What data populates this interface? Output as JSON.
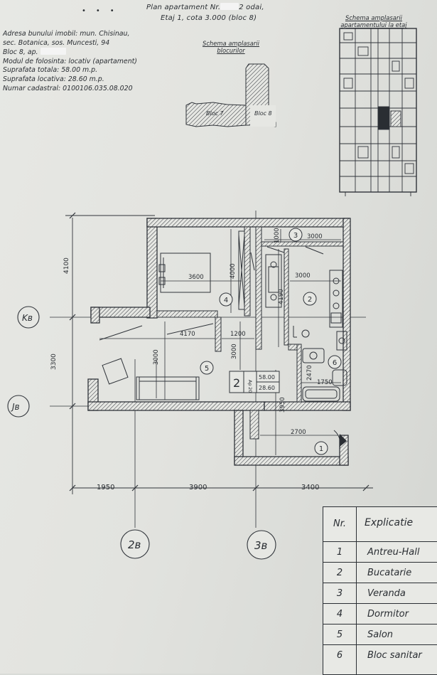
{
  "header": {
    "title_prefix": "Plan apartament  Nr.",
    "title_suffix": "2 odai,",
    "subtitle": "Etaj 1, cota 3.000 (bloc 8)"
  },
  "info_lines": [
    "Adresa bunului imobil: mun. Chisinau,",
    "sec. Botanica, sos. Muncesti, 94",
    "Bloc 8, ap.",
    "Modul de folosinta: locativ (apartament)",
    "Suprafata totala: 58.00 m.p.",
    "Suprafata locativa: 28.60 m.p.",
    "Numar cadastral: 0100106.035.08.020"
  ],
  "block_schema": {
    "title_line1": "Schema amplasarii",
    "title_line2": "blocurilor",
    "bloc7_label": "Bloc 7",
    "bloc8_label": "Bloc 8"
  },
  "apartment_schema": {
    "title_line1": "Schema amplasarii",
    "title_line2": "apartamentului la etaj"
  },
  "plan": {
    "axis_k": "Kв",
    "axis_j": "Jв",
    "axis_2": "2в",
    "axis_3": "3в",
    "left_dims": [
      "4100",
      "3300"
    ],
    "bottom_dims": [
      "1950",
      "3900",
      "3400"
    ],
    "room_dims": {
      "bedroom_width": "3600",
      "bedroom_height": "4000",
      "veranda_height": "1000",
      "veranda_width": "3000",
      "kitchen_width": "3000",
      "kitchen_height": "4190",
      "salon_width": "4170",
      "salon_height": "3000",
      "corridor_width": "1200",
      "corridor_height": "3000",
      "bath_height": "2470",
      "bath_width": "1750",
      "hall_width": "2700",
      "hall_height": "3950"
    },
    "room_numbers": [
      "1",
      "2",
      "3",
      "4",
      "5",
      "6"
    ],
    "stamp": {
      "apt_no": "2",
      "rooms_label": "Ap",
      "rooms_count": "20",
      "total_area": "58.00",
      "living_area": "28.60"
    }
  },
  "legend": {
    "header_nr": "Nr.",
    "header_ex": "Explicatie",
    "rows": [
      {
        "nr": "1",
        "name": "Antreu-Hall"
      },
      {
        "nr": "2",
        "name": "Bucatarie"
      },
      {
        "nr": "3",
        "name": "Veranda"
      },
      {
        "nr": "4",
        "name": "Dormitor"
      },
      {
        "nr": "5",
        "name": "Salon"
      },
      {
        "nr": "6",
        "name": "Bloc sanitar"
      }
    ]
  }
}
